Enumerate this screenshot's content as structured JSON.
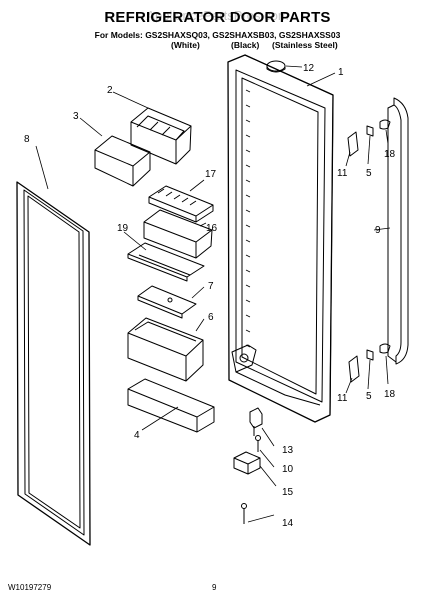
{
  "header": {
    "title": "REFRIGERATOR DOOR PARTS",
    "watermark": "AppliancePartsPros.com",
    "models_line": "For Models: GS2SHAXSQ03, GS2SHAXSB03, GS2SHAXSS03",
    "color_white": "(White)",
    "color_black": "(Black)",
    "color_stainless": "(Stainless Steel)"
  },
  "callouts": {
    "c1": "1",
    "c2": "2",
    "c3": "3",
    "c4": "4",
    "c5a": "5",
    "c5b": "5",
    "c6": "6",
    "c7": "7",
    "c8": "8",
    "c9": "9",
    "c10": "10",
    "c11a": "11",
    "c11b": "11",
    "c12": "12",
    "c13": "13",
    "c14": "14",
    "c15": "15",
    "c16": "16",
    "c17": "17",
    "c18a": "18",
    "c18b": "18",
    "c19": "19"
  },
  "footer": {
    "doc_number": "W10197279",
    "page_number": "9"
  }
}
